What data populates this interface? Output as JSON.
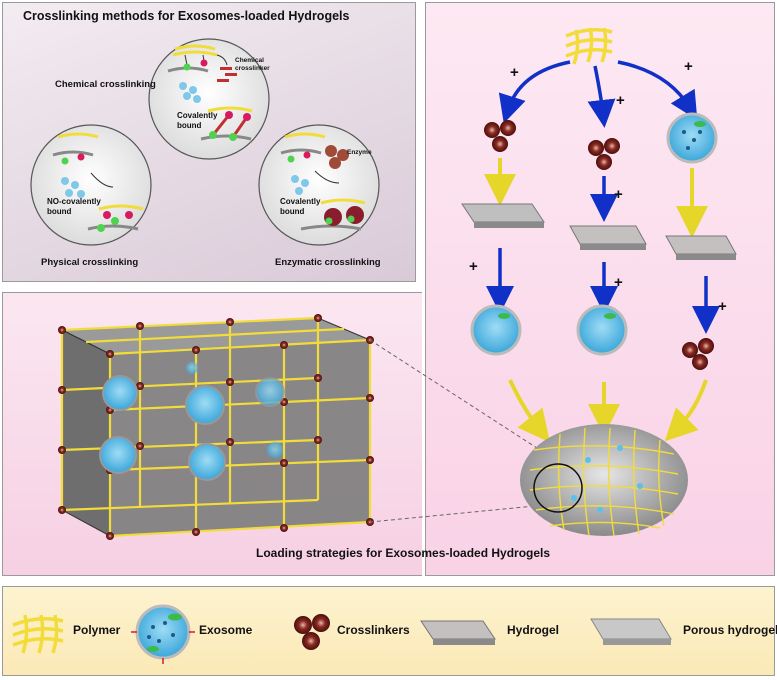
{
  "methods_panel": {
    "title": "Crosslinking methods for Exosomes-loaded Hydrogels",
    "chemical": {
      "label": "Chemical crosslinking",
      "crosslinker": "Chemical\ncrosslinker",
      "bound": "Covalently\nbound"
    },
    "physical": {
      "label": "Physical crosslinking",
      "bound": "NO-covalently\nbound"
    },
    "enzymatic": {
      "label": "Enzymatic crosslinking",
      "enzyme": "Enzyme",
      "bound": "Covalently\nbound"
    }
  },
  "loading_panel": {
    "title": "Loading strategies for Exosomes-loaded Hydrogels",
    "plus": "+"
  },
  "legend": {
    "items": [
      {
        "icon": "polymer-icon",
        "label": "Polymer"
      },
      {
        "icon": "exosome-icon",
        "label": "Exosome"
      },
      {
        "icon": "crosslinkers-icon",
        "label": "Crosslinkers"
      },
      {
        "icon": "hydrogel-icon",
        "label": "Hydrogel"
      },
      {
        "icon": "porous-hydrogel-icon",
        "label": "Porous hydrogel"
      }
    ]
  },
  "colors": {
    "polymer": "#f2dc3a",
    "exosome": "#5bc0eb",
    "crosslinker": "#7a1f1f",
    "arrow_blue": "#1030c8",
    "arrow_yellow": "#e6d62a"
  }
}
